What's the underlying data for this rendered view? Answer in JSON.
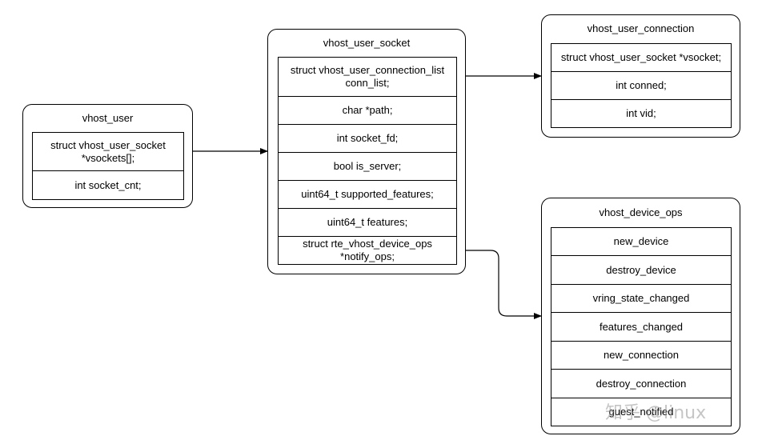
{
  "boxes": {
    "vhost_user": {
      "title": "vhost_user",
      "fields": [
        "struct vhost_user_socket\n*vsockets[];",
        "int socket_cnt;"
      ]
    },
    "vhost_user_socket": {
      "title": "vhost_user_socket",
      "fields": [
        "struct vhost_user_connection_list\nconn_list;",
        "char *path;",
        "int socket_fd;",
        "bool is_server;",
        "uint64_t supported_features;",
        "uint64_t features;",
        "struct rte_vhost_device_ops\n*notify_ops;"
      ]
    },
    "vhost_user_connection": {
      "title": "vhost_user_connection",
      "fields": [
        "struct vhost_user_socket *vsocket;",
        "int conned;",
        "int vid;"
      ]
    },
    "vhost_device_ops": {
      "title": "vhost_device_ops",
      "fields": [
        "new_device",
        "destroy_device",
        "vring_state_changed",
        "features_changed",
        "new_connection",
        "destroy_connection",
        "guest_notified"
      ]
    }
  },
  "watermark": "知乎 @linux"
}
